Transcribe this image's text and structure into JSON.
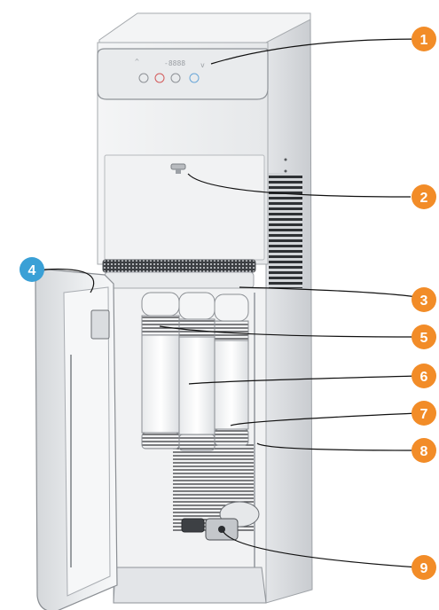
{
  "callouts": [
    {
      "num": "1",
      "color": "#f28c28"
    },
    {
      "num": "2",
      "color": "#f28c28"
    },
    {
      "num": "3",
      "color": "#f28c28"
    },
    {
      "num": "4",
      "color": "#3aa0d6"
    },
    {
      "num": "5",
      "color": "#f28c28"
    },
    {
      "num": "6",
      "color": "#f28c28"
    },
    {
      "num": "7",
      "color": "#f28c28"
    },
    {
      "num": "8",
      "color": "#f28c28"
    },
    {
      "num": "9",
      "color": "#f28c28"
    }
  ],
  "display": {
    "readout": "-8888",
    "icons": [
      "drop-icon",
      "hot-icon",
      "child-lock-icon",
      "ambient-icon",
      "cold-icon"
    ]
  }
}
